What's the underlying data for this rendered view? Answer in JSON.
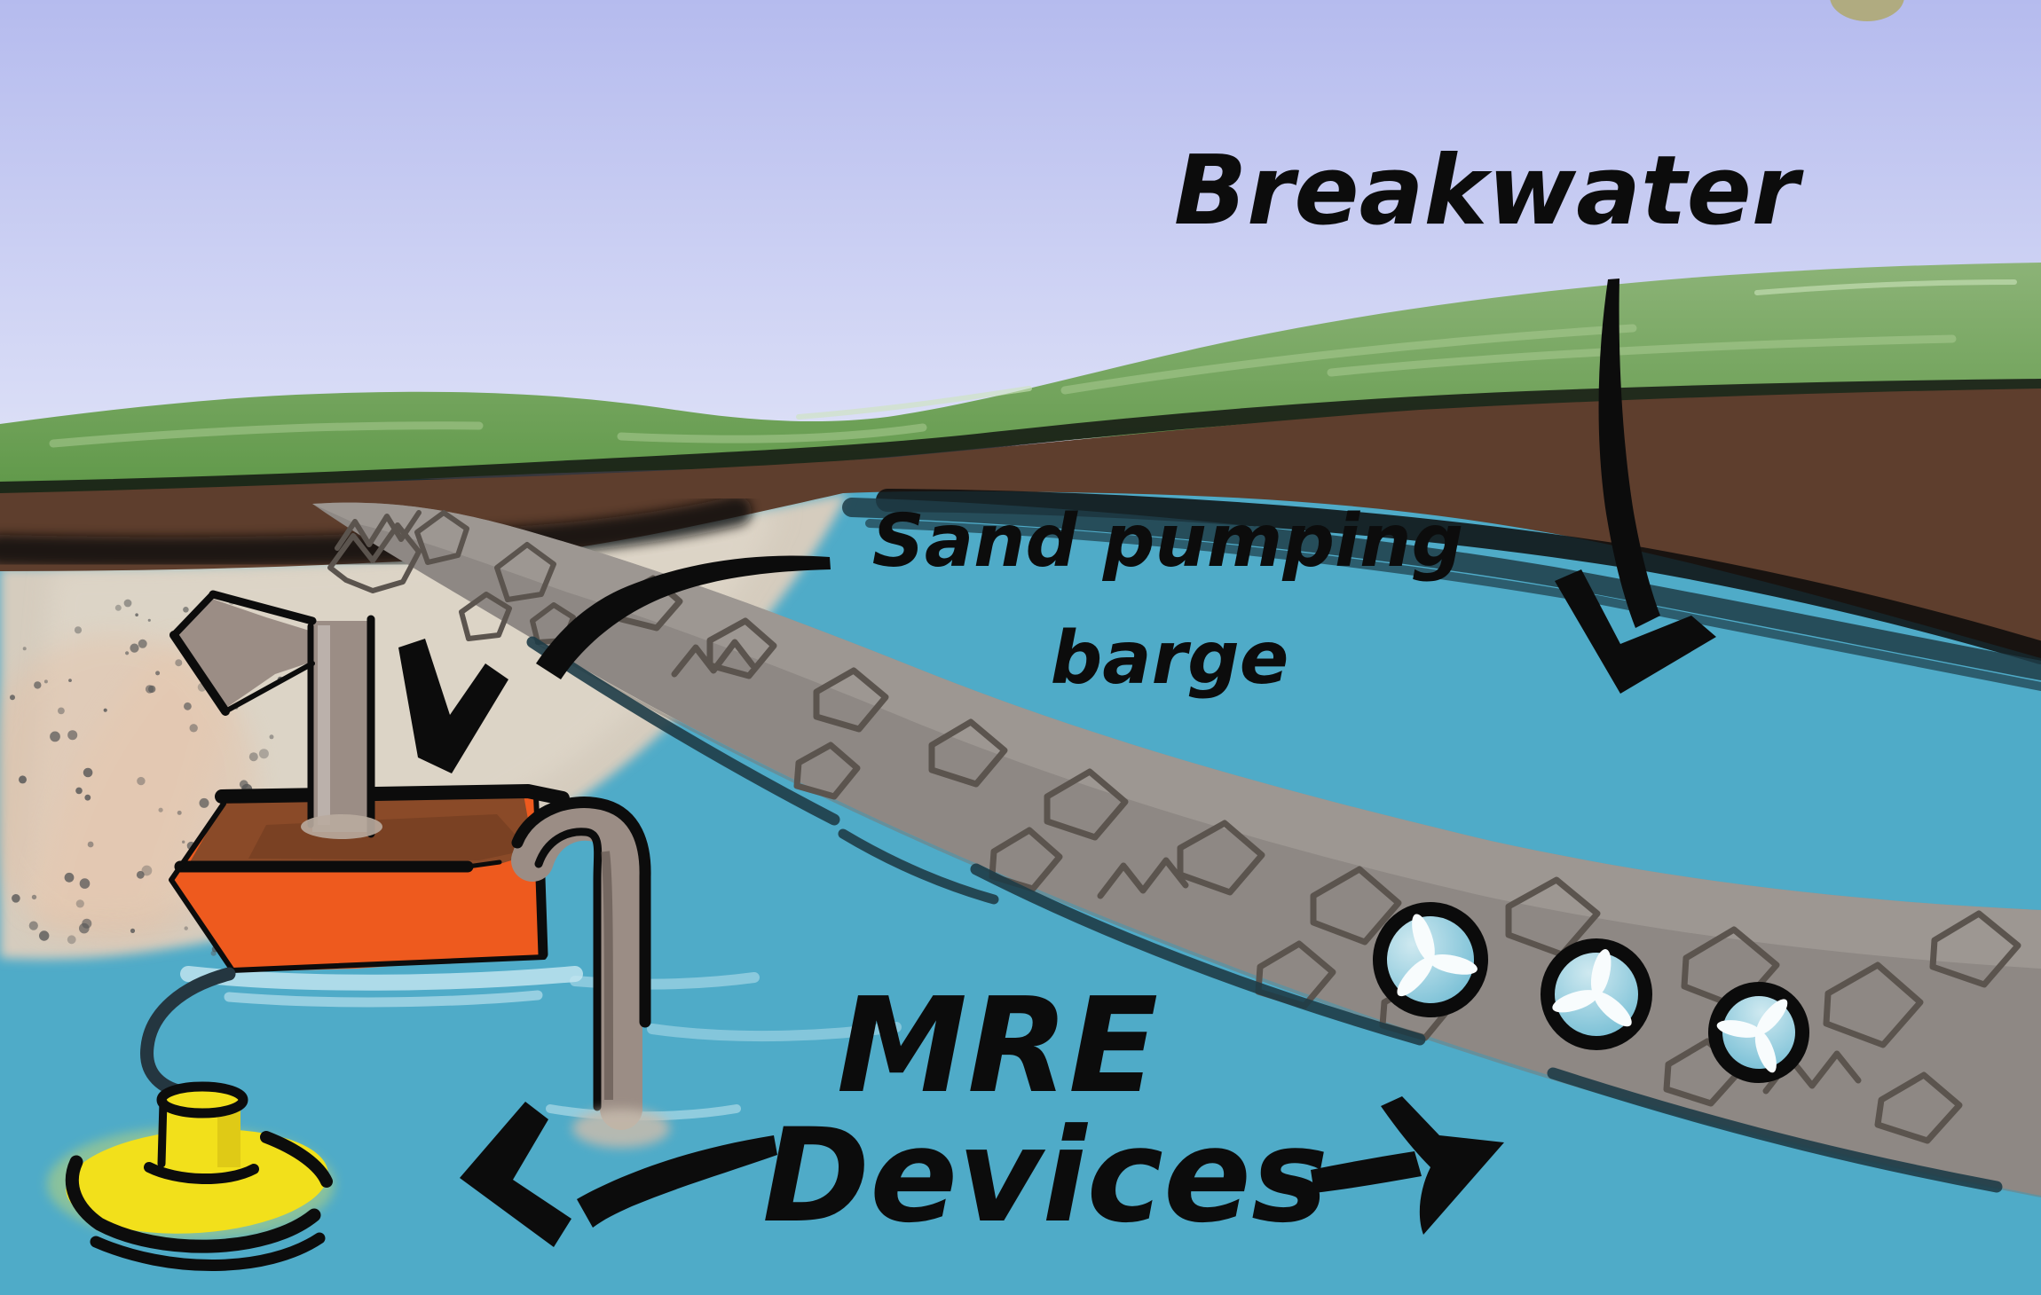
{
  "title": "Breakwater with marine renewable energy devices - illustrated diagram",
  "labels": {
    "breakwater": "Breakwater",
    "sand_barge_line1": "Sand pumping",
    "sand_barge_line2": "barge",
    "mre_line1": "MRE",
    "mre_line2": "Devices"
  },
  "icons": {
    "turbine": "three-blade-rotor-in-circle",
    "buoy": "yellow-mooring-buoy",
    "barge": "orange-sand-pumping-barge",
    "arrows": "hand-drawn-black-annotation-arrows"
  },
  "colors": {
    "sky_top": "#b5bbee",
    "sky_bottom": "#f2f4fc",
    "water": "#4fabc8",
    "water_streak": "#c6e7f1",
    "grass_light": "#8cb377",
    "grass_mid": "#5f9848",
    "grass_dark": "#39702c",
    "dirt": "#5e3e2d",
    "dirt_dark": "#3a2a21",
    "shore_shadow": "#2b4c56",
    "sand": "#d5ccbe",
    "sand_pink": "#e9bb9c",
    "speckle": "#585858",
    "rock": "#8e8884",
    "rock_light": "#a29c97",
    "rock_outline": "#5b544e",
    "rock_shadow": "#1e3c47",
    "device_ring": "#0b0b0b",
    "device_water_1": "#cfe9f0",
    "device_water_2": "#5fb3ce",
    "blade": "#f8fcfd",
    "barge_orange": "#ee5a1e",
    "barge_deck": "#8a4a28",
    "pipe": "#9b8d85",
    "pipe_light": "#c9c1ba",
    "buoy": "#f2e01b",
    "buoy_shade": "#d9c415",
    "cable": "#243640",
    "ink": "#0c0c0c",
    "sun": "#b0ab80"
  }
}
